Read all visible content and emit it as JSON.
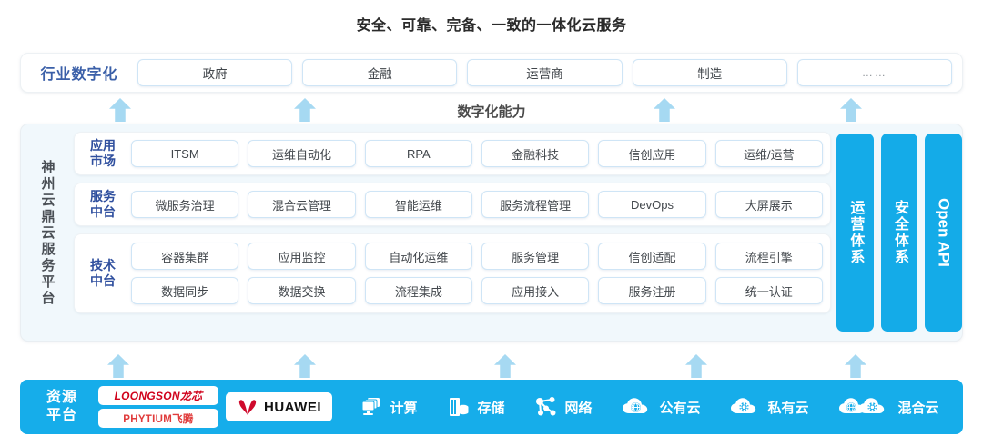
{
  "title": "安全、可靠、完备、一致的一体化云服务",
  "capability_caption": "数字化能力",
  "industry": {
    "label": "行业数字化",
    "items": [
      "政府",
      "金融",
      "运营商",
      "制造",
      "……"
    ]
  },
  "platform": {
    "vertical_label": "神州云鼎云服务平台",
    "bands": [
      {
        "label": "应用\n市场",
        "label_line1": "应用",
        "label_line2": "市场",
        "rows": [
          [
            "ITSM",
            "运维自动化",
            "RPA",
            "金融科技",
            "信创应用",
            "运维/运营"
          ]
        ]
      },
      {
        "label_line1": "服务",
        "label_line2": "中台",
        "rows": [
          [
            "微服务治理",
            "混合云管理",
            "智能运维",
            "服务流程管理",
            "DevOps",
            "大屏展示"
          ]
        ]
      },
      {
        "label_line1": "技术",
        "label_line2": "中台",
        "rows": [
          [
            "容器集群",
            "应用监控",
            "自动化运维",
            "服务管理",
            "信创适配",
            "流程引擎"
          ],
          [
            "数据同步",
            "数据交换",
            "流程集成",
            "应用接入",
            "服务注册",
            "统一认证"
          ]
        ]
      }
    ],
    "pillars": [
      "运营体系",
      "安全体系",
      "Open API"
    ]
  },
  "resource": {
    "label_line1": "资源",
    "label_line2": "平台",
    "vendor_logos": [
      "LOONGSON龙芯",
      "PHYTIUM飞腾",
      "HUAWEI"
    ],
    "items": [
      {
        "label": "计算",
        "icon": "servers-icon"
      },
      {
        "label": "存储",
        "icon": "storage-icon"
      },
      {
        "label": "网络",
        "icon": "network-icon"
      },
      {
        "label": "公有云",
        "icon": "public-cloud-icon"
      },
      {
        "label": "私有云",
        "icon": "private-cloud-icon"
      },
      {
        "label": "混合云",
        "icon": "hybrid-cloud-icon"
      }
    ]
  },
  "colors": {
    "accent_blue": "#16adea",
    "arrow_blue": "#a6d9f2",
    "label_blue": "#2f4f9e",
    "industry_label_blue": "#3a5fa8",
    "panel_bg": "#f1f8fc",
    "huawei_red": "#d0021b"
  },
  "arrows": {
    "top_row_x": [
      132,
      335,
      730,
      935
    ],
    "bottom_row_x": [
      130,
      335,
      555,
      765,
      940
    ]
  }
}
